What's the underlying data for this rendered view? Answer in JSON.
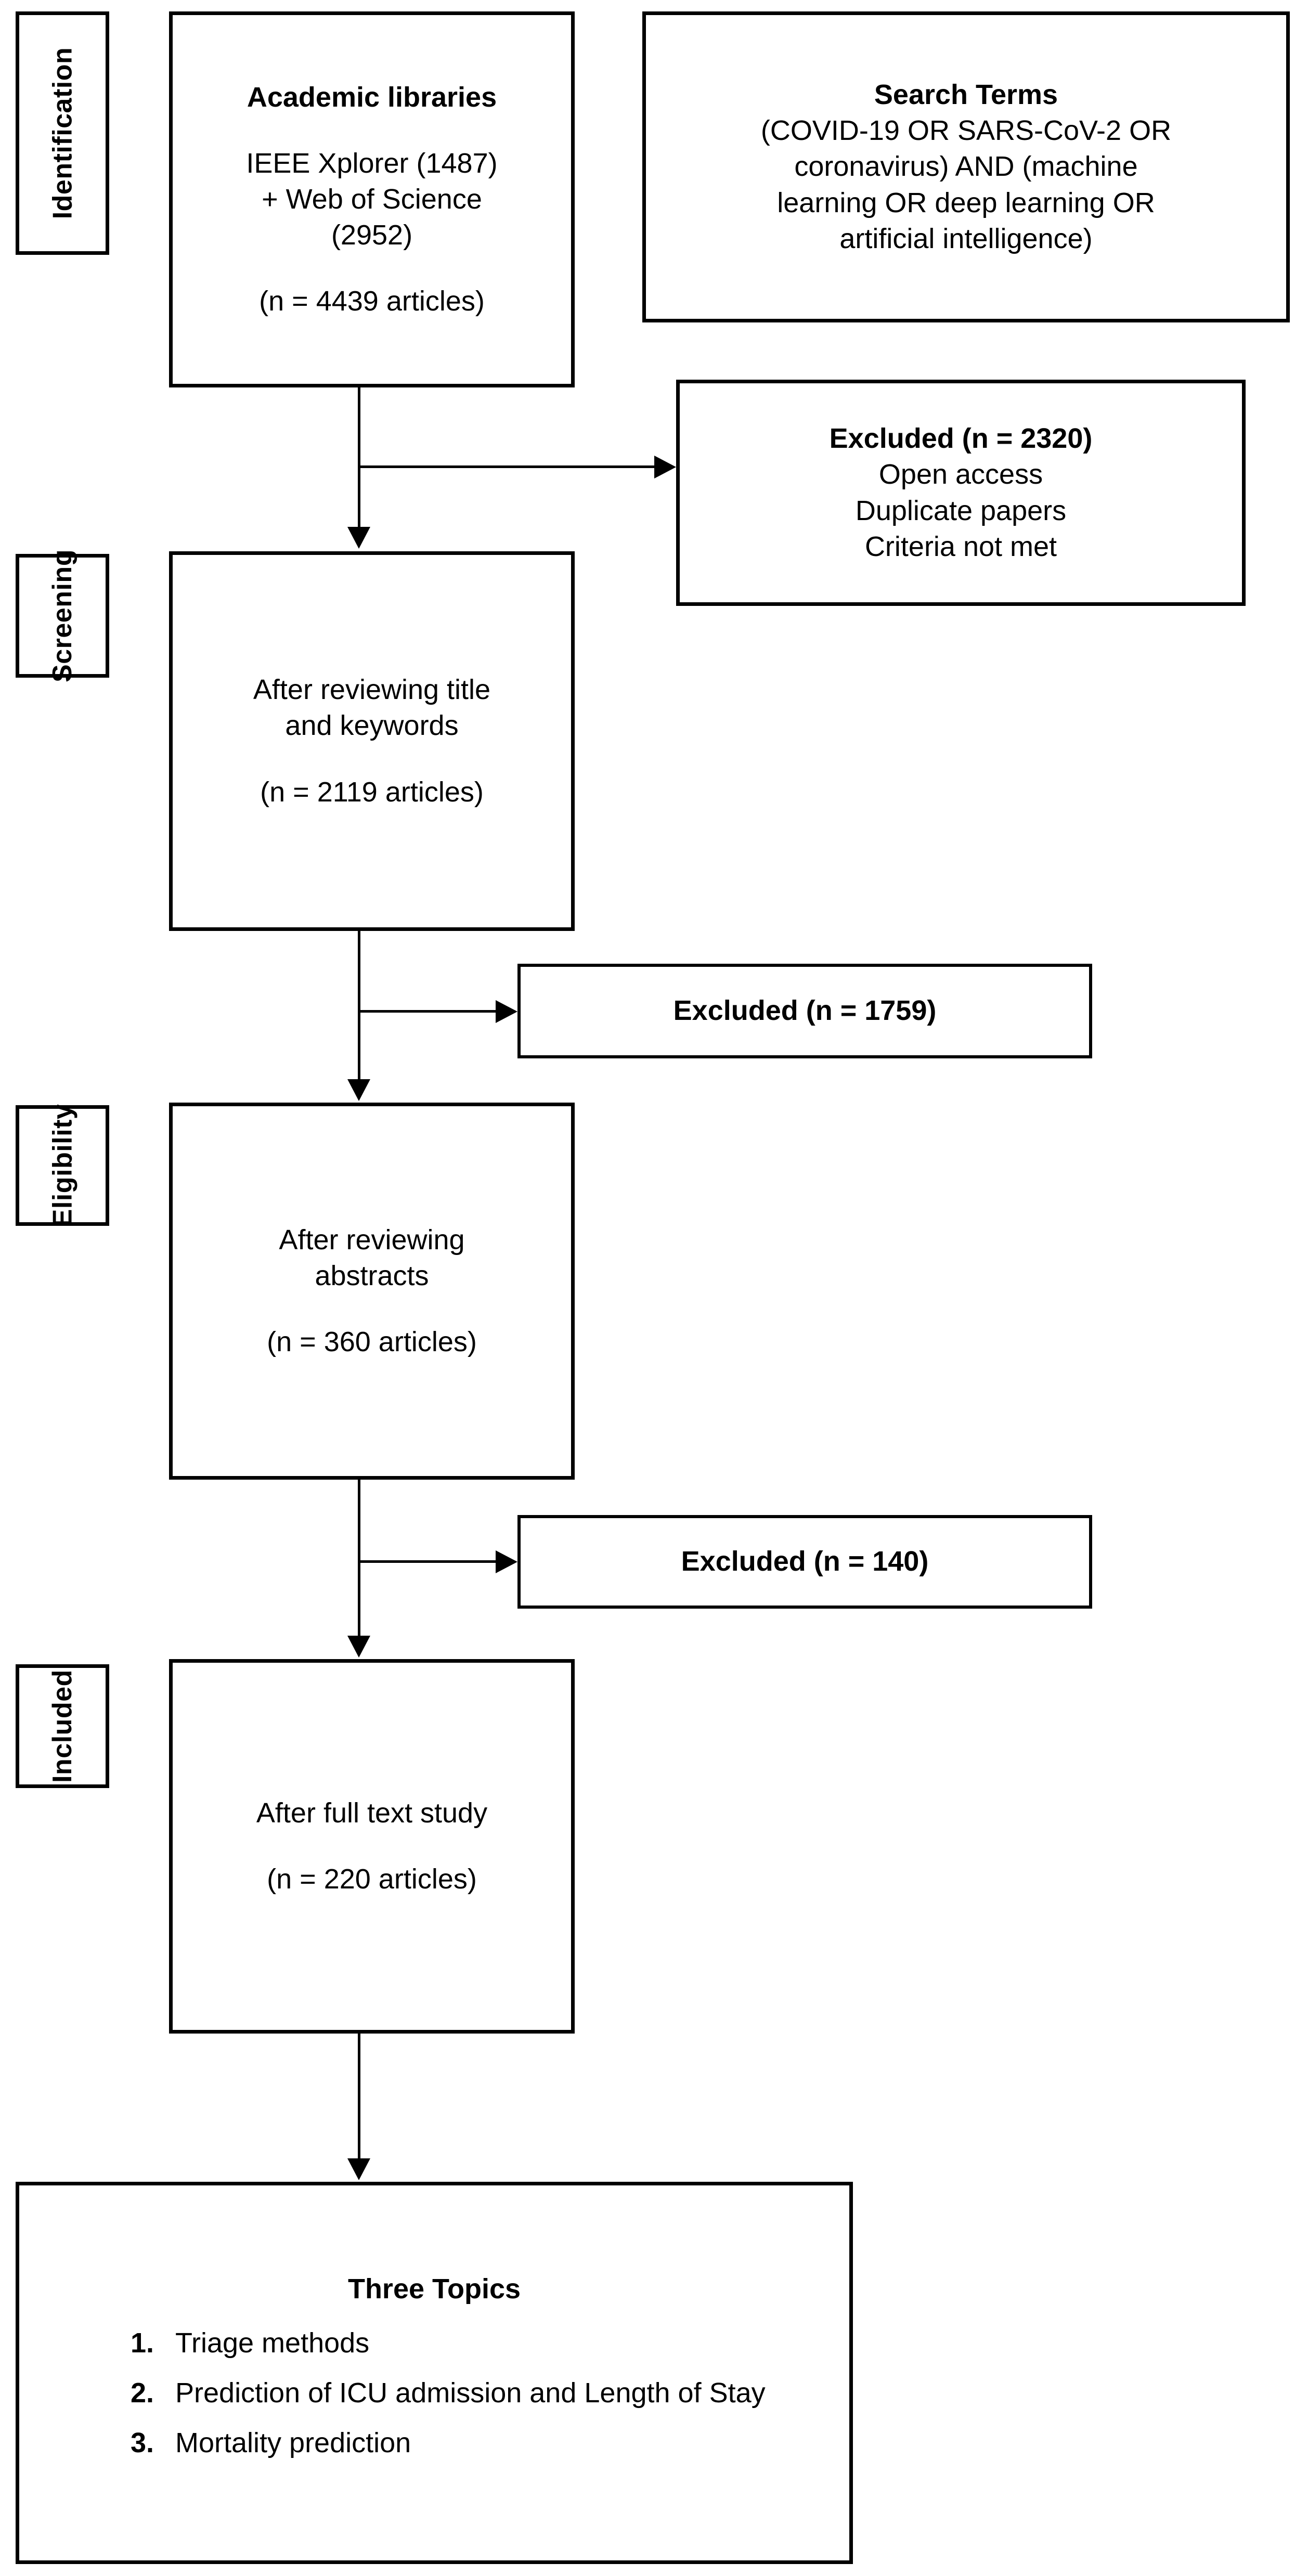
{
  "diagram": {
    "title": "PRISMA article selection flow diagram",
    "stages": [
      {
        "label": "Identification"
      },
      {
        "label": "Screening"
      },
      {
        "label": "Eligibility"
      },
      {
        "label": "Included"
      }
    ],
    "identification": {
      "heading": "Academic libraries",
      "source_line_1": "IEEE Xplorer (1487)",
      "source_line_2": "+ Web of Science",
      "source_line_3": "(2952)",
      "count": "(n = 4439 articles)"
    },
    "search_terms": {
      "heading": "Search Terms",
      "line_1": "(COVID-19 OR SARS-CoV-2 OR",
      "line_2": "coronavirus) AND (machine",
      "line_3": "learning OR deep learning OR",
      "line_4": "artificial intelligence)"
    },
    "excluded_1": {
      "heading": "Excluded (n = 2320)",
      "reasons": [
        "Open access",
        "Duplicate papers",
        "Criteria not met"
      ]
    },
    "screening": {
      "line_1": "After reviewing title",
      "line_2": "and keywords",
      "count": "(n = 2119 articles)"
    },
    "excluded_2": {
      "heading": "Excluded (n = 1759)"
    },
    "eligibility": {
      "line_1": "After reviewing",
      "line_2": "abstracts",
      "count": "(n = 360 articles)"
    },
    "excluded_3": {
      "heading": "Excluded (n = 140)"
    },
    "included": {
      "line_1": "After full text study",
      "count": "(n = 220 articles)"
    },
    "topics": {
      "heading": "Three Topics",
      "items": [
        {
          "num": "1.",
          "text": "Triage methods"
        },
        {
          "num": "2.",
          "text": "Prediction of ICU admission and Length of Stay"
        },
        {
          "num": "3.",
          "text": "Mortality prediction"
        }
      ]
    },
    "colors": {
      "stroke": "#000000",
      "fill": "#ffffff"
    }
  }
}
